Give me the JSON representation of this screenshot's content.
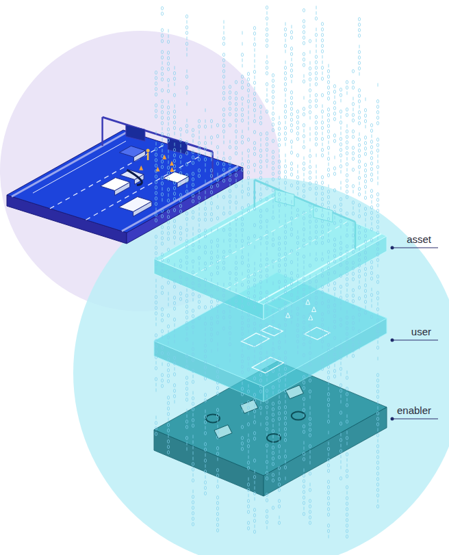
{
  "diagram": {
    "labels": [
      "asset",
      "user",
      "enabler"
    ]
  }
}
